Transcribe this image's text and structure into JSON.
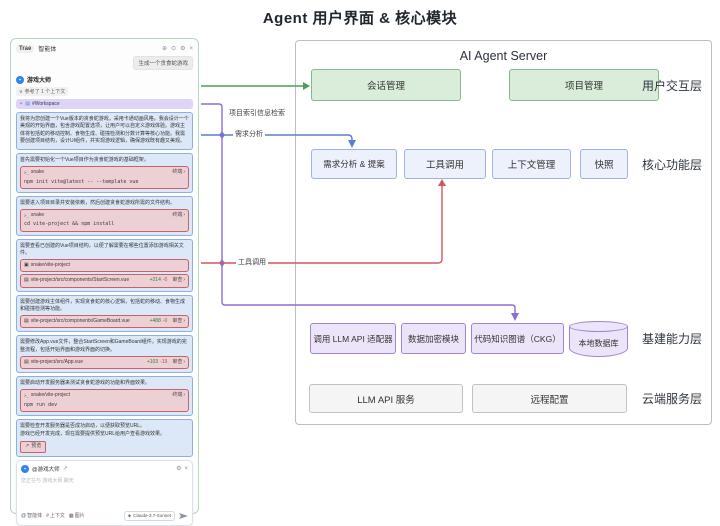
{
  "title": "Agent 用户界面 & 核心模块",
  "colors": {
    "flow_green": "#4a9f5c",
    "flow_purple": "#8b6fd6",
    "flow_blue": "#5b7fd0",
    "flow_red": "#d4575c"
  },
  "icons": {
    "new_chat": "⊕",
    "history": "⊙",
    "settings": "⚙",
    "close": "×",
    "chevron_down": "∨",
    "chevron_right": "›",
    "spark": "✦",
    "document": "▤",
    "folder": "▣",
    "file": "▤",
    "terminal_prompt": ">_",
    "arrow_up_right": "↗",
    "at": "@",
    "hash": "#",
    "image": "▦",
    "model": "◈"
  },
  "chat": {
    "brand": "Trae",
    "tab": "智能体",
    "suggestion": "生成一个贪食蛇游戏",
    "agent_name": "游戏大师",
    "context_note": "参考了 1 个上下文",
    "workspace": "#Workspace",
    "messages": [
      {
        "text": "我将为您创建一个Vue版本的贪食蛇游戏，采用卡通动画风格。我会设计一个美观的开始界面，包含游戏配置选项，让用户可以自定义游戏体验。游戏主体将包括蛇的移动控制、食物生成、碰撞检测和分数计算等核心功能。我需要创建项目结构，设计UI组件，并实现游戏逻辑，确保游戏既有趣又美观。"
      },
      {
        "text": "首先需要初始化一个Vue项目作为贪食蛇游戏的基础框架。",
        "terminal": {
          "title": "snake",
          "action": "终端",
          "code": "npm init vite@latest -- --template vue"
        }
      },
      {
        "text": "需要进入项目目录并安装依赖，然后创建贪食蛇游戏所需的文件结构。",
        "terminal": {
          "title": "snake",
          "action": "终端",
          "code": "cd vite-project && npm install"
        }
      },
      {
        "text": "需要查看已创建的Vue项目结构，以便了解需要在哪些位置添加游戏相关文件。",
        "folder": "snake/vite-project",
        "file": {
          "path": "vite-project/src/components/StartScreen.vue",
          "added": "+214",
          "removed": "-0",
          "action": "审查"
        }
      },
      {
        "text": "需要创建游戏主体组件，实现贪食蛇的核心逻辑，包括蛇的移动、食物生成和碰撞检测等功能。",
        "file": {
          "path": "vite-project/src/components/GameBoard.vue",
          "added": "+488",
          "removed": "-0",
          "action": "审查"
        }
      },
      {
        "text": "需要修改App.vue文件，整合StartScreen和GameBoard组件，实现游戏的完整流程，包括开始界面和游戏界面的切换。",
        "file": {
          "path": "vite-project/src/App.vue",
          "added": "+103",
          "removed": "-19",
          "action": "审查"
        }
      },
      {
        "text": "需要启动开发服务器来测试贪食蛇游戏的功能和界面效果。",
        "terminal": {
          "title": "snake/vite-project",
          "action": "终端",
          "code": "npm run dev"
        }
      },
      {
        "text": "需要检查开发服务器是否成功启动，以便获取预览URL。",
        "text2": "游戏已经开发完成，现在需要提供预览URL给用户查看游戏效果。",
        "preview": "预览"
      }
    ],
    "composer": {
      "mention": "@游戏大师",
      "placeholder": "您正在与 游戏大师 聊天",
      "tools": {
        "agent": "智能体",
        "context": "上下文",
        "image": "图片"
      },
      "model": "Claude-3.7-Sonnet"
    }
  },
  "flow_labels": {
    "index_retrieval": "项目索引信息检索",
    "requirement_analysis": "需求分析",
    "tool_call": "工具调用"
  },
  "diagram": {
    "server_title": "AI Agent Server",
    "layer_labels": [
      "用户交互层",
      "核心功能层",
      "基建能力层",
      "云端服务层"
    ],
    "row1": [
      "会话管理",
      "项目管理"
    ],
    "row2": [
      "需求分析 & 提案",
      "工具调用",
      "上下文管理",
      "快照"
    ],
    "row3": [
      "调用 LLM API 适配器",
      "数据加密模块",
      "代码知识图谱（CKG）"
    ],
    "db": "本地数据库",
    "row4": [
      "LLM API 服务",
      "远程配置"
    ]
  }
}
